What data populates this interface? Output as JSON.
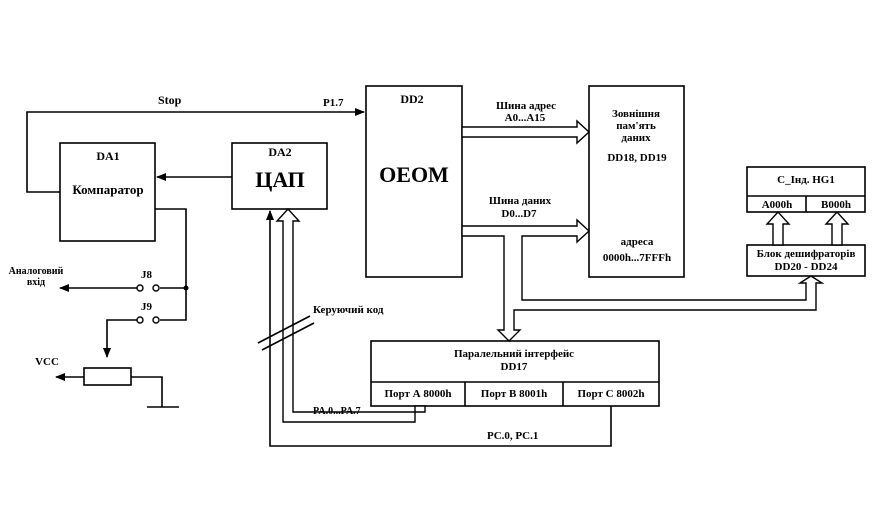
{
  "blocks": {
    "comparator": {
      "ref": "DA1",
      "name": "Компаратор"
    },
    "dac": {
      "ref": "DA2",
      "name": "ЦАП"
    },
    "mcu": {
      "ref": "DD2",
      "name": "ОЕОМ"
    },
    "ext_memory": {
      "line1": "Зовнішня",
      "line2": "пам'ять",
      "line3": "даних",
      "refs": "DD18, DD19",
      "addr_label": "адреса",
      "addr_range": "0000h...7FFFh"
    },
    "indicator": {
      "title": "С_Інд. HG1",
      "addr1": "A000h",
      "addr2": "B000h"
    },
    "decoder": {
      "line1": "Блок дешифраторів",
      "line2": "DD20 - DD24"
    },
    "parallel_interface": {
      "line1": "Паралельний інтерфейс",
      "line2": "DD17",
      "port_a": "Порт А 8000h",
      "port_b": "Порт B 8001h",
      "port_c": "Порт C 8002h"
    }
  },
  "signals": {
    "stop": "Stop",
    "p17": "P1.7",
    "addr_bus": "Шина адрес",
    "addr_bus_range": "A0...A15",
    "data_bus": "Шина даних",
    "data_bus_range": "D0...D7",
    "control_code": "Керуючий код",
    "pa": "PA.0...PA.7",
    "pc": "PC.0, PC.1",
    "analog_in_line1": "Аналоговий",
    "analog_in_line2": "вхід",
    "j8": "J8",
    "j9": "J9",
    "vcc": "VCC"
  }
}
